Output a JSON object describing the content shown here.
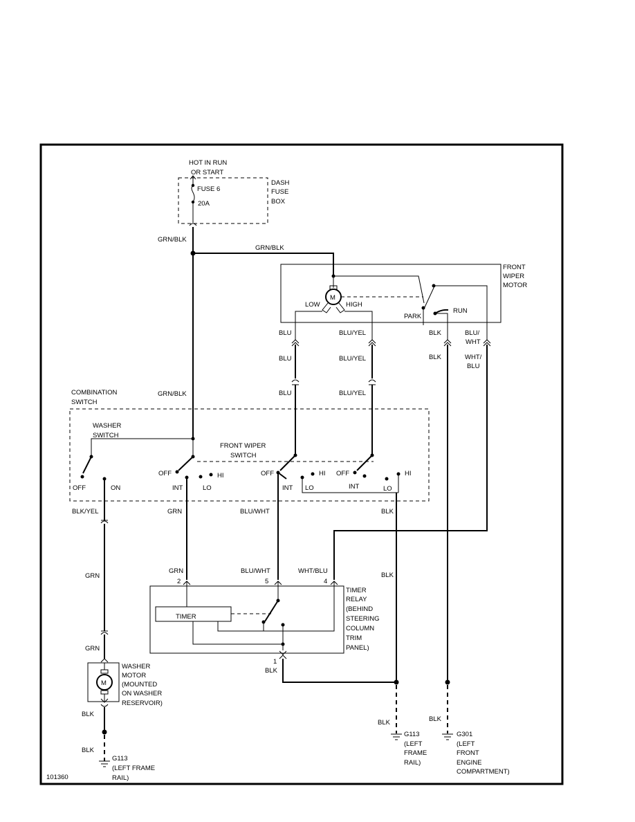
{
  "labels": {
    "hot_line1": "HOT IN RUN",
    "hot_line2": "OR START",
    "fuse_name": "FUSE 6",
    "fuse_amp": "20A",
    "dash_fuse_box_1": "DASH",
    "dash_fuse_box_2": "FUSE",
    "dash_fuse_box_3": "BOX",
    "grn_blk_1": "GRN/BLK",
    "grn_blk_2": "GRN/BLK",
    "grn_blk_3": "GRN/BLK",
    "front_wiper_motor_1": "FRONT",
    "front_wiper_motor_2": "WIPER",
    "front_wiper_motor_3": "MOTOR",
    "motor_symbol": "M",
    "low": "LOW",
    "high": "HIGH",
    "park": "PARK",
    "run": "RUN",
    "blu_1": "BLU",
    "blu_2": "BLU",
    "blu_3": "BLU",
    "blu_yel_1": "BLU/YEL",
    "blu_yel_2": "BLU/YEL",
    "blu_yel_3": "BLU/YEL",
    "blk_1": "BLK",
    "blk_2": "BLK",
    "blu_wht_1a": "BLU/",
    "blu_wht_1b": "WHT",
    "wht_blu_1a": "WHT/",
    "wht_blu_1b": "BLU",
    "combination_switch_1": "COMBINATION",
    "combination_switch_2": "SWITCH",
    "washer_switch_1": "WASHER",
    "washer_switch_2": "SWITCH",
    "front_wiper_switch_1": "FRONT WIPER",
    "front_wiper_switch_2": "SWITCH",
    "off": "OFF",
    "on": "ON",
    "hi": "HI",
    "lo": "LO",
    "int": "INT",
    "blk_yel": "BLK/YEL",
    "grn": "GRN",
    "blu_wht": "BLU/WHT",
    "wht_blu": "WHT/BLU",
    "blk": "BLK",
    "pin_2": "2",
    "pin_5": "5",
    "pin_4": "4",
    "pin_1": "1",
    "timer": "TIMER",
    "timer_relay": [
      "TIMER",
      "RELAY",
      "(BEHIND",
      "STEERING",
      "COLUMN",
      "TRIM",
      "PANEL)"
    ],
    "washer_motor": [
      "WASHER",
      "MOTOR",
      "(MOUNTED",
      "ON WASHER",
      "RESERVOIR)"
    ],
    "g113_left": "G113",
    "g113_left_desc1": "(LEFT FRAME",
    "g113_left_desc2": "RAIL)",
    "g113_right": [
      "G113",
      "(LEFT",
      "FRAME",
      "RAIL)"
    ],
    "g301": [
      "G301",
      "(LEFT",
      "FRONT",
      "ENGINE",
      "COMPARTMENT)"
    ],
    "figure_number": "101360"
  }
}
